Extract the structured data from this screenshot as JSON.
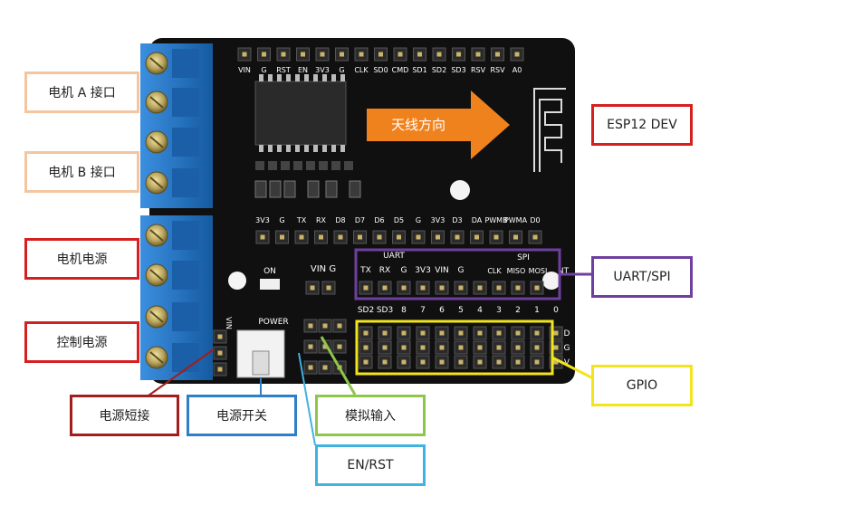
{
  "board": {
    "top_header_pins": [
      "VIN",
      "G",
      "RST",
      "EN",
      "3V3",
      "G",
      "CLK",
      "SD0",
      "CMD",
      "SD1",
      "SD2",
      "SD3",
      "RSV",
      "RSV",
      "A0"
    ],
    "mid_header_pins": [
      "3V3",
      "G",
      "TX",
      "RX",
      "D8",
      "D7",
      "D6",
      "D5",
      "G",
      "3V3",
      "D3",
      "DA",
      "PWMB",
      "PWMA",
      "D0"
    ],
    "arrow_text": "天线方向",
    "led_label": "ON",
    "power_label": "POWER",
    "vin_g_label": "VIN  G",
    "vin_side": "VIN",
    "uart_title": "UART",
    "uart_pins": [
      "TX",
      "RX",
      "G",
      "3V3",
      "VIN",
      "G"
    ],
    "spi_title": "SPI",
    "spi_pins": [
      "CLK",
      "MISO",
      "MOSI"
    ],
    "nt_label": "NT",
    "gpio_pins": [
      "SD2",
      "SD3",
      "8",
      "7",
      "6",
      "5",
      "4",
      "3",
      "2",
      "1",
      "0"
    ],
    "right_side": [
      "D",
      "G",
      "V"
    ]
  },
  "callouts": {
    "motor_a": "电机 A 接口",
    "motor_b": "电机 B 接口",
    "motor_power": "电机电源",
    "control_power": "控制电源",
    "power_short": "电源短接",
    "power_switch": "电源开关",
    "analog_input": "模拟输入",
    "en_rst": "EN/RST",
    "esp12": "ESP12 DEV",
    "uart_spi": "UART/SPI",
    "gpio": "GPIO"
  },
  "colors": {
    "board": "#0f0f0f",
    "terminal": "#1e73c8",
    "orange_arrow": "#f0821e",
    "peach": "#f3c6a0",
    "red": "#d62020",
    "dark_red": "#a31d1d",
    "blue": "#2f7fc8",
    "green": "#8fc64a",
    "cyan": "#3fb3e0",
    "purple": "#6f3fa0",
    "yellow": "#f2e51e"
  }
}
